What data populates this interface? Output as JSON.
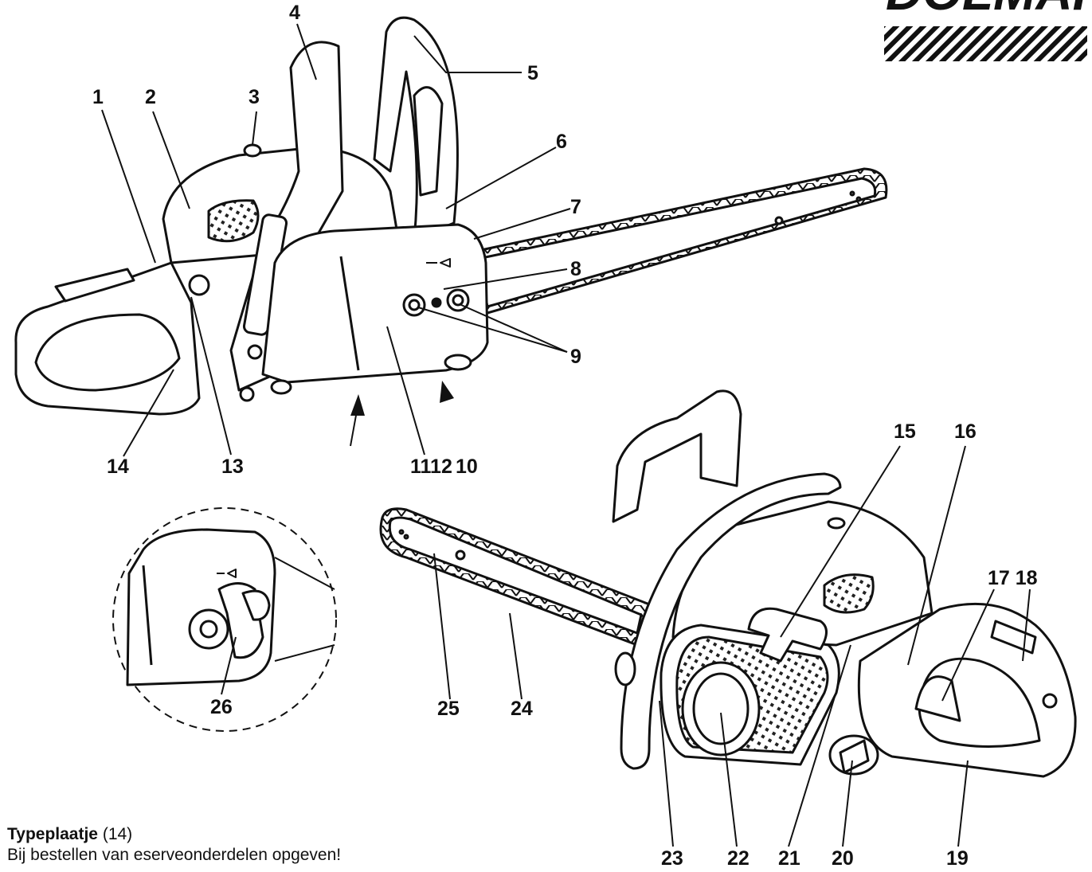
{
  "brand": {
    "name": "DOLMAR"
  },
  "labels": {
    "n1": "1",
    "n2": "2",
    "n3": "3",
    "n4": "4",
    "n5": "5",
    "n6": "6",
    "n7": "7",
    "n8": "8",
    "n9": "9",
    "n10": "10",
    "n1112": "1112",
    "n13": "13",
    "n14": "14",
    "n15": "15",
    "n16": "16",
    "n1718": "17 18",
    "n19": "19",
    "n20": "20",
    "n21": "21",
    "n22": "22",
    "n23": "23",
    "n24": "24",
    "n25": "25",
    "n26": "26"
  },
  "caption": {
    "title": "Typeplaatje",
    "title_ref": "(14)",
    "line2": "Bij bestellen van eserveonderdelen opgeven!"
  }
}
